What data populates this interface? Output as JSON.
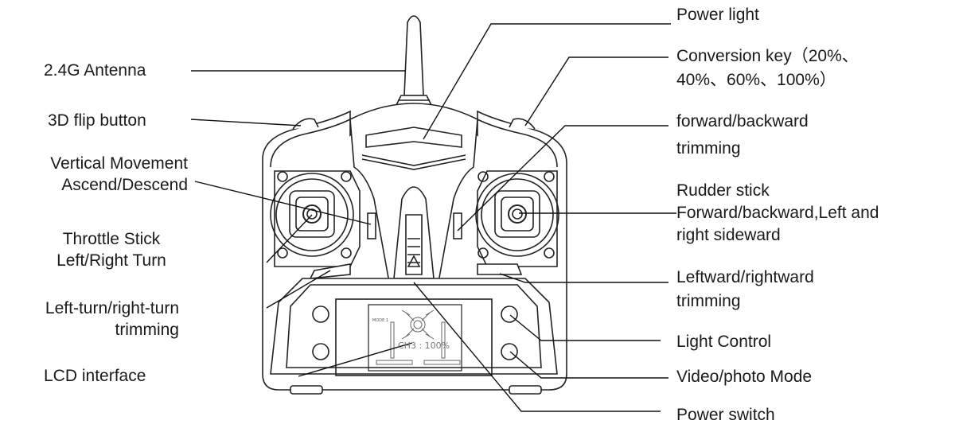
{
  "title": "Remote controller diagram",
  "left_labels": {
    "antenna": "2.4G Antenna",
    "flip": "3D flip button",
    "vertical_1": "Vertical Movement",
    "vertical_2": "Ascend/Descend",
    "throttle_1": "Throttle Stick",
    "throttle_2": "Left/Right Turn",
    "turn_trim_1": "Left-turn/right-turn",
    "turn_trim_2": "trimming",
    "lcd": "LCD interface"
  },
  "right_labels": {
    "power_light": "Power light",
    "conversion_1": "Conversion key（20%、",
    "conversion_2": "40%、60%、100%）",
    "fb_trim_1": "forward/backward",
    "fb_trim_2": "trimming",
    "rudder_1": "Rudder stick",
    "rudder_2": "Forward/backward,Left and",
    "rudder_3": "right sideward",
    "lr_trim_1": "Leftward/rightward",
    "lr_trim_2": "trimming",
    "light": "Light Control",
    "video": "Video/photo Mode",
    "power_switch": "Power switch"
  },
  "lcd_screen": {
    "mode": "MODE 1",
    "channel": "CH3 : 100%"
  }
}
